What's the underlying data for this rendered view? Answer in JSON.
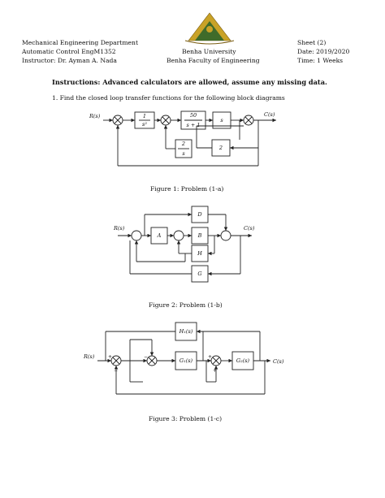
{
  "header": {
    "left": [
      "Mechanical Engineering Department",
      "Automatic Control EngM1352",
      "Instructor: Dr. Ayman A. Nada"
    ],
    "center": [
      "Benha University",
      "Benha Faculty of Engineering"
    ],
    "right": [
      "Sheet (2)",
      "Date: 2019/2020",
      "Time: 1 Weeks"
    ]
  },
  "instructions": "Instructions: Advanced calculators are allowed, assume any missing data.",
  "question": "1.  Find the closed loop transfer functions for the following block diagrams",
  "figures": [
    {
      "caption": "Figure 1: Problem (1-a)",
      "labels": {
        "input": "R(s)",
        "output": "C(s)",
        "b1_num": "1",
        "b1_den": "s²",
        "b2_num": "50",
        "b2_den": "s + 1",
        "b3": "s",
        "b4_num": "2",
        "b4_den": "s",
        "b5": "2"
      }
    },
    {
      "caption": "Figure 2: Problem (1-b)",
      "labels": {
        "input": "R(s)",
        "output": "C(s)",
        "A": "A",
        "B": "B",
        "D": "D",
        "H": "H",
        "G": "G"
      }
    },
    {
      "caption": "Figure 3: Problem (1-c)",
      "labels": {
        "input": "R(s)",
        "output": "C(s)",
        "H1": "H₁(s)",
        "G1": "G₁(s)",
        "G2": "G₂(s)"
      }
    }
  ],
  "colors": {
    "ink": "#111111",
    "logo_gold": "#c9a227",
    "logo_green": "#3f6b2a"
  }
}
